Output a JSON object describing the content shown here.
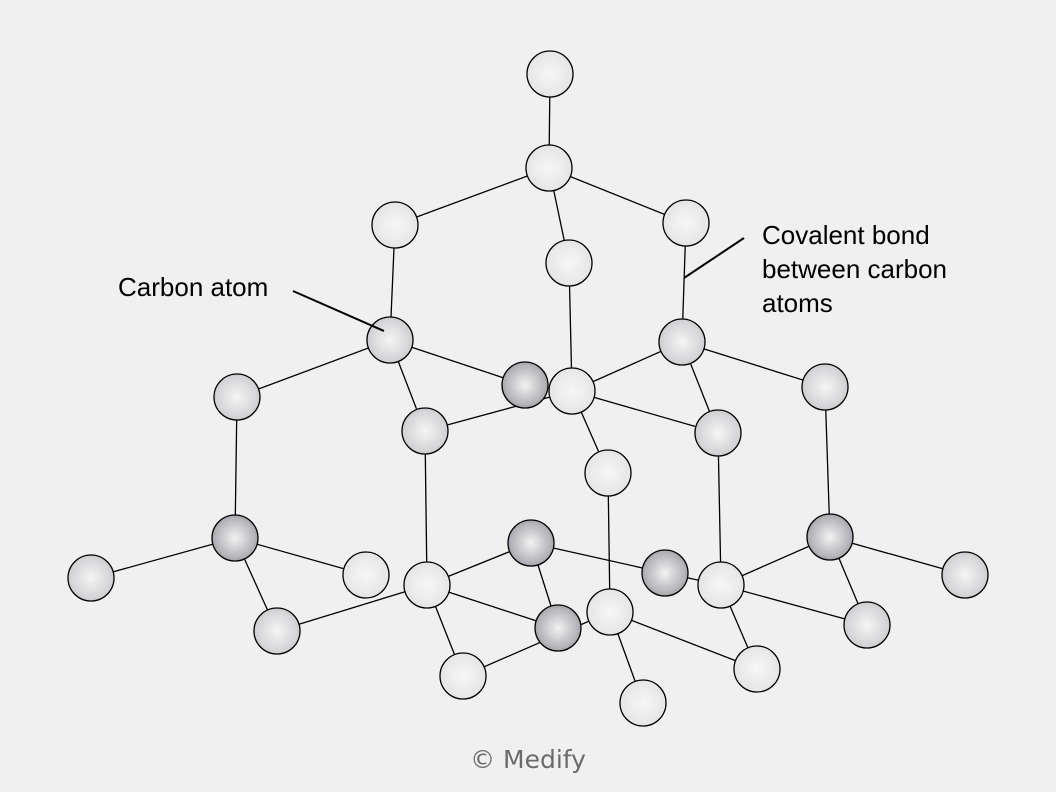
{
  "labels": {
    "carbon_atom": "Carbon atom",
    "covalent_bond_line1": "Covalent bond",
    "covalent_bond_line2": "between carbon",
    "covalent_bond_line3": "atoms"
  },
  "copyright": "© Medify",
  "colors": {
    "background": "#f0f0f0",
    "atom_light": "#f2f2f2",
    "atom_dark": "#9a9aa0",
    "stroke": "#000000"
  }
}
